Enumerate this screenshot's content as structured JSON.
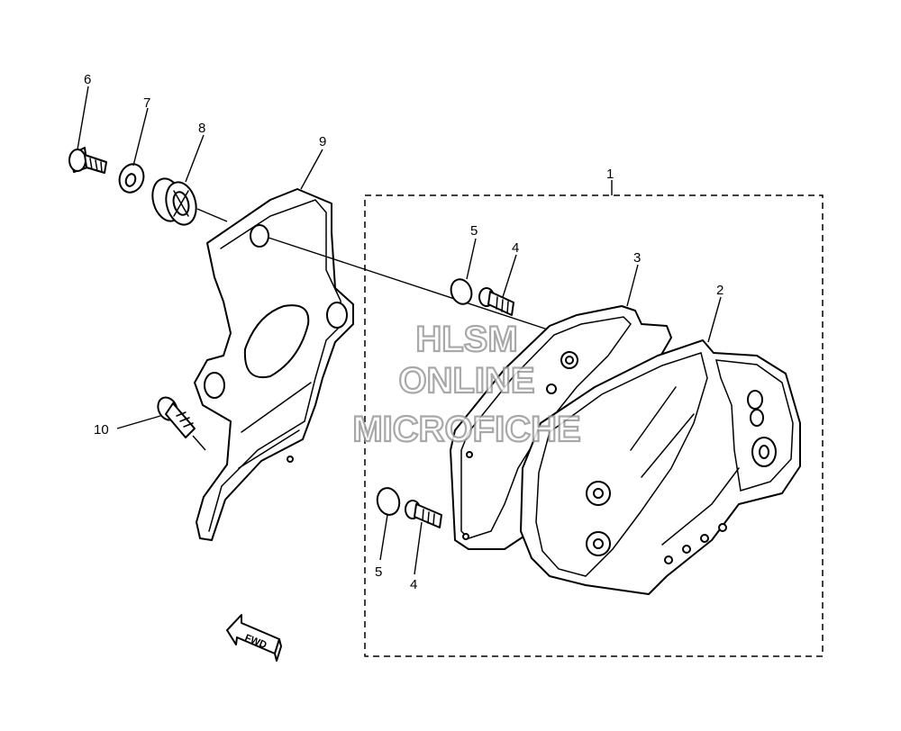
{
  "callouts": {
    "c1": "1",
    "c2": "2",
    "c3": "3",
    "c4a": "4",
    "c4b": "4",
    "c5a": "5",
    "c5b": "5",
    "c6": "6",
    "c7": "7",
    "c8": "8",
    "c9": "9",
    "c10": "10"
  },
  "fwd_arrow": {
    "label": "FWD",
    "icon": "forward-arrow-icon"
  },
  "watermark": {
    "line1": "HLSM",
    "line2": "ONLINE",
    "line3": "MICROFICHE",
    "stroke_color": "#9a9a9a"
  },
  "colors": {
    "line": "#000000",
    "background": "#ffffff"
  }
}
